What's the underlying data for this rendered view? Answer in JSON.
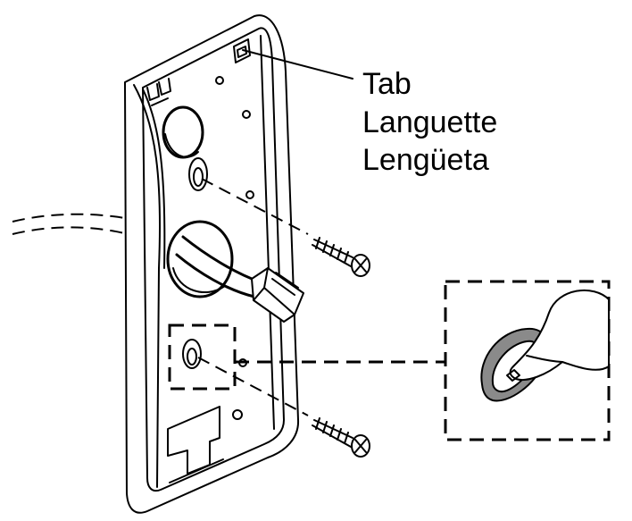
{
  "callout": {
    "line1": "Tab",
    "line2": "Languette",
    "line3": "Lengüeta"
  }
}
